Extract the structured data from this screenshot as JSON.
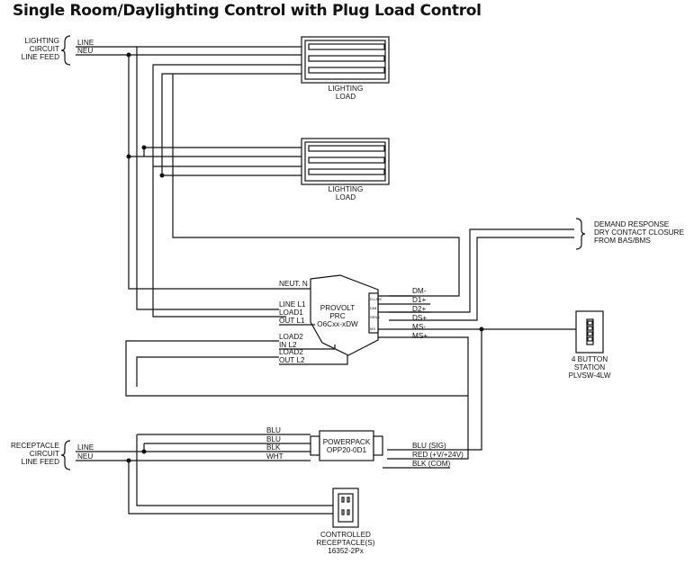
{
  "title": "Single Room/Daylighting Control with Plug Load Control",
  "lighting_feed": {
    "label1": "LIGHTING",
    "label2": "CIRCUIT",
    "label3": "LINE FEED",
    "line": "LINE",
    "neu": "NEU"
  },
  "lighting_load_1": {
    "label1": "LIGHTING",
    "label2": "LOAD"
  },
  "lighting_load_2": {
    "label1": "LIGHTING",
    "label2": "LOAD"
  },
  "demand_response": {
    "line1": "DEMAND RESPONSE",
    "line2": "DRY CONTACT CLOSURE",
    "line3": "FROM BAS/BMS"
  },
  "controller": {
    "name1": "PROVOLT",
    "name2": "PRC",
    "name3": "O6Cxx-xDW",
    "neut": "NEUT. N",
    "line_l1": "LINE  L1",
    "load1": "LOAD1",
    "out_l1": "OUT  L1",
    "load2a": "LOAD2",
    "in_l2": "IN  L2",
    "load2b": "LOAD2",
    "out_l2": "OUT  L2",
    "terminals": [
      "DM-",
      "D1+",
      "D2+",
      "DS+",
      "MS-",
      "MS+"
    ],
    "port_labels": [
      "D-LINK",
      "DIM",
      "SENS",
      "MS"
    ]
  },
  "station": {
    "line1": "4 BUTTON",
    "line2": "STATION",
    "line3": "PLVSW-4LW"
  },
  "receptacle_feed": {
    "label1": "RECEPTACLE",
    "label2": "CIRCUIT",
    "label3": "LINE FEED",
    "line": "LINE",
    "neu": "NEU"
  },
  "powerpack": {
    "name1": "POWERPACK",
    "name2": "OPP20-0D1",
    "left_wires": [
      "BLU",
      "BLU",
      "BLK",
      "WHT"
    ],
    "right_wires": [
      "BLU  (SIG)",
      "RED  (+V/+24V)",
      "BLK  (COM)"
    ]
  },
  "receptacle": {
    "line1": "CONTROLLED",
    "line2": "RECEPTACLE(S)",
    "line3": "16352-2Px"
  }
}
